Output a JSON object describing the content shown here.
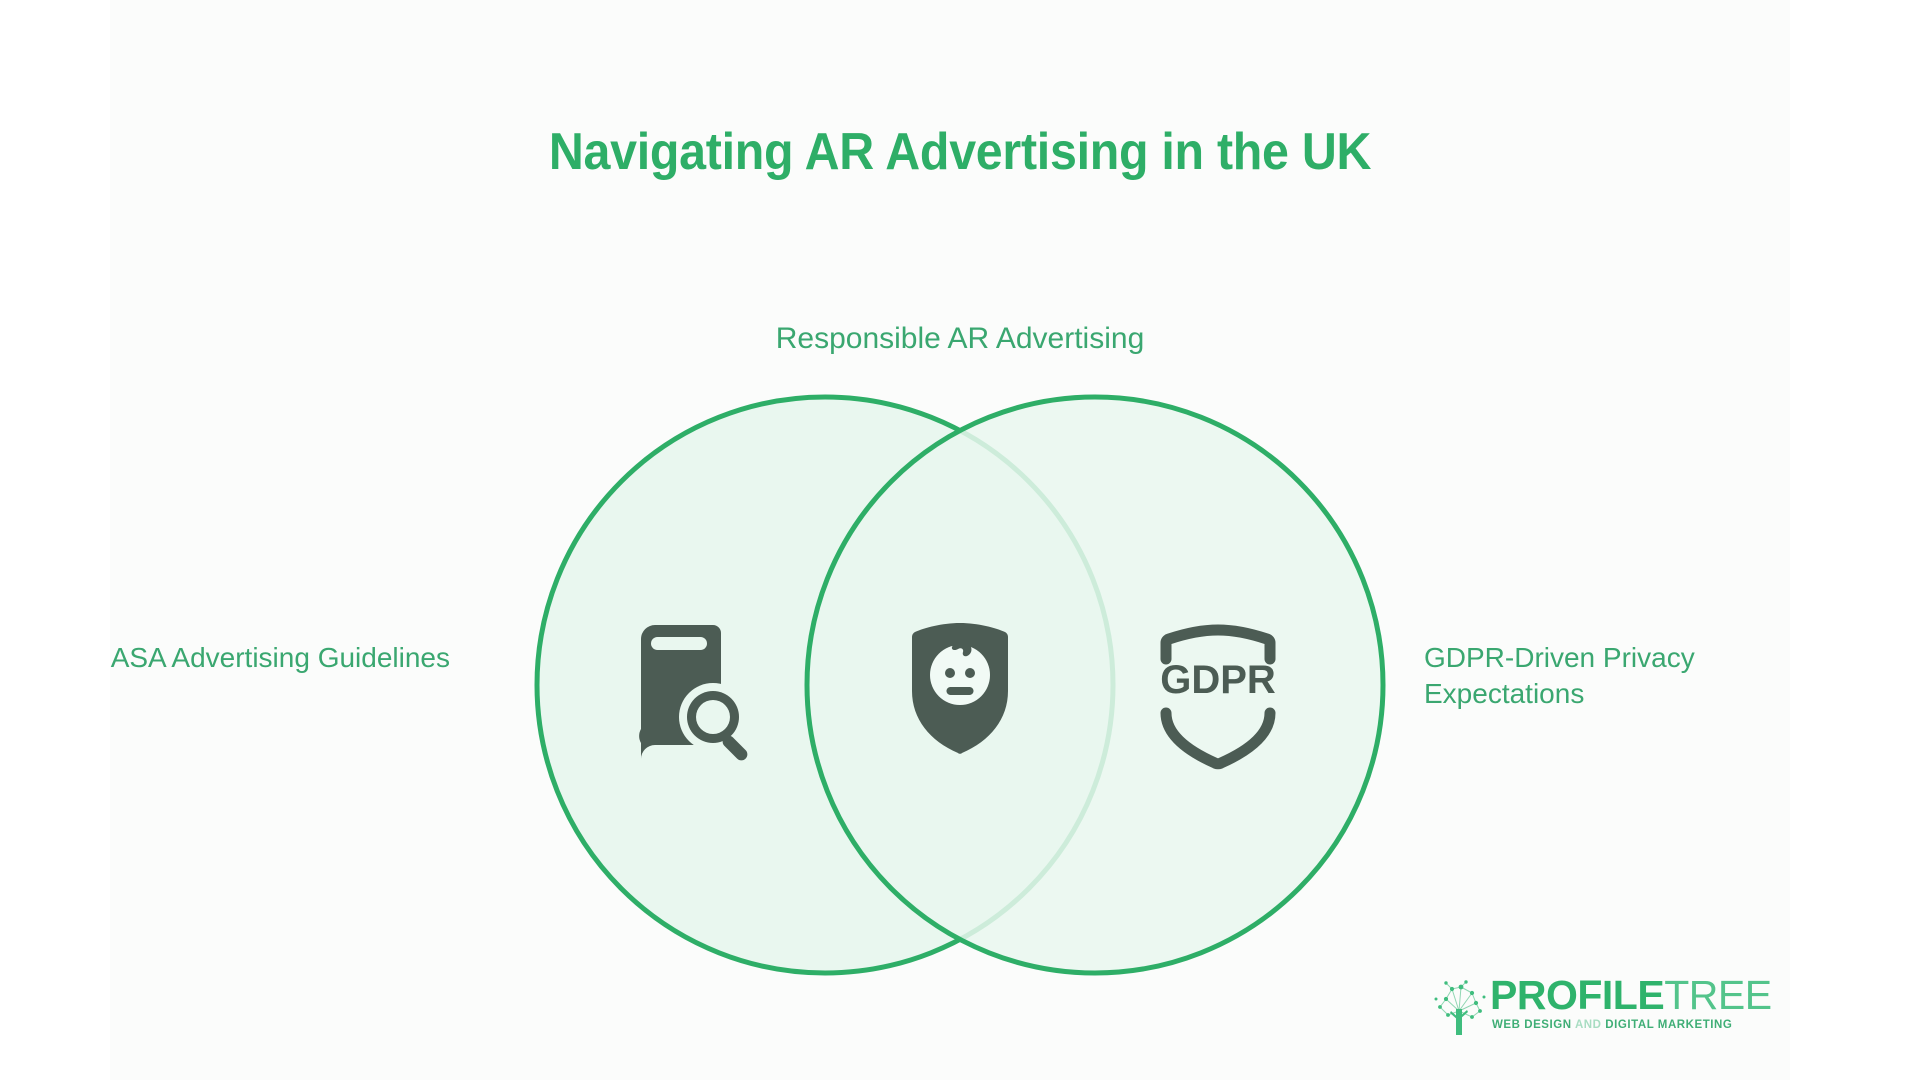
{
  "page": {
    "title": "Navigating AR Advertising in the UK",
    "background_color": "#ffffff",
    "canvas_color": "#fbfcfb"
  },
  "colors": {
    "title_green": "#2eae67",
    "label_green": "#3aa770",
    "circle_stroke": "#2eae67",
    "circle_fill": "#e8f7ef",
    "icon_dark": "#4c5c54",
    "logo_green_bold": "#2fb36c",
    "logo_green_light": "#53c48b"
  },
  "diagram": {
    "type": "venn",
    "top_label": "Responsible AR Advertising",
    "left_label": "ASA Advertising Guidelines",
    "right_label": "GDPR-Driven Privacy Expectations",
    "sets": [
      {
        "id": "asa",
        "label": "ASA Advertising Guidelines",
        "icon": "book-magnifier-icon",
        "position": "left"
      },
      {
        "id": "gdpr",
        "label": "GDPR-Driven Privacy Expectations",
        "icon": "gdpr-shield-icon",
        "icon_text": "GDPR",
        "position": "right"
      }
    ],
    "intersection": {
      "id": "responsible-ar",
      "label": "Responsible AR Advertising",
      "icon": "shield-child-icon",
      "position": "center"
    }
  },
  "logo": {
    "mark": "network-tree-icon",
    "name_bold": "PROFILE",
    "name_light": "TREE",
    "tagline_part1": "WEB DESIGN",
    "tagline_part2": "AND",
    "tagline_part3": "DIGITAL MARKETING"
  }
}
